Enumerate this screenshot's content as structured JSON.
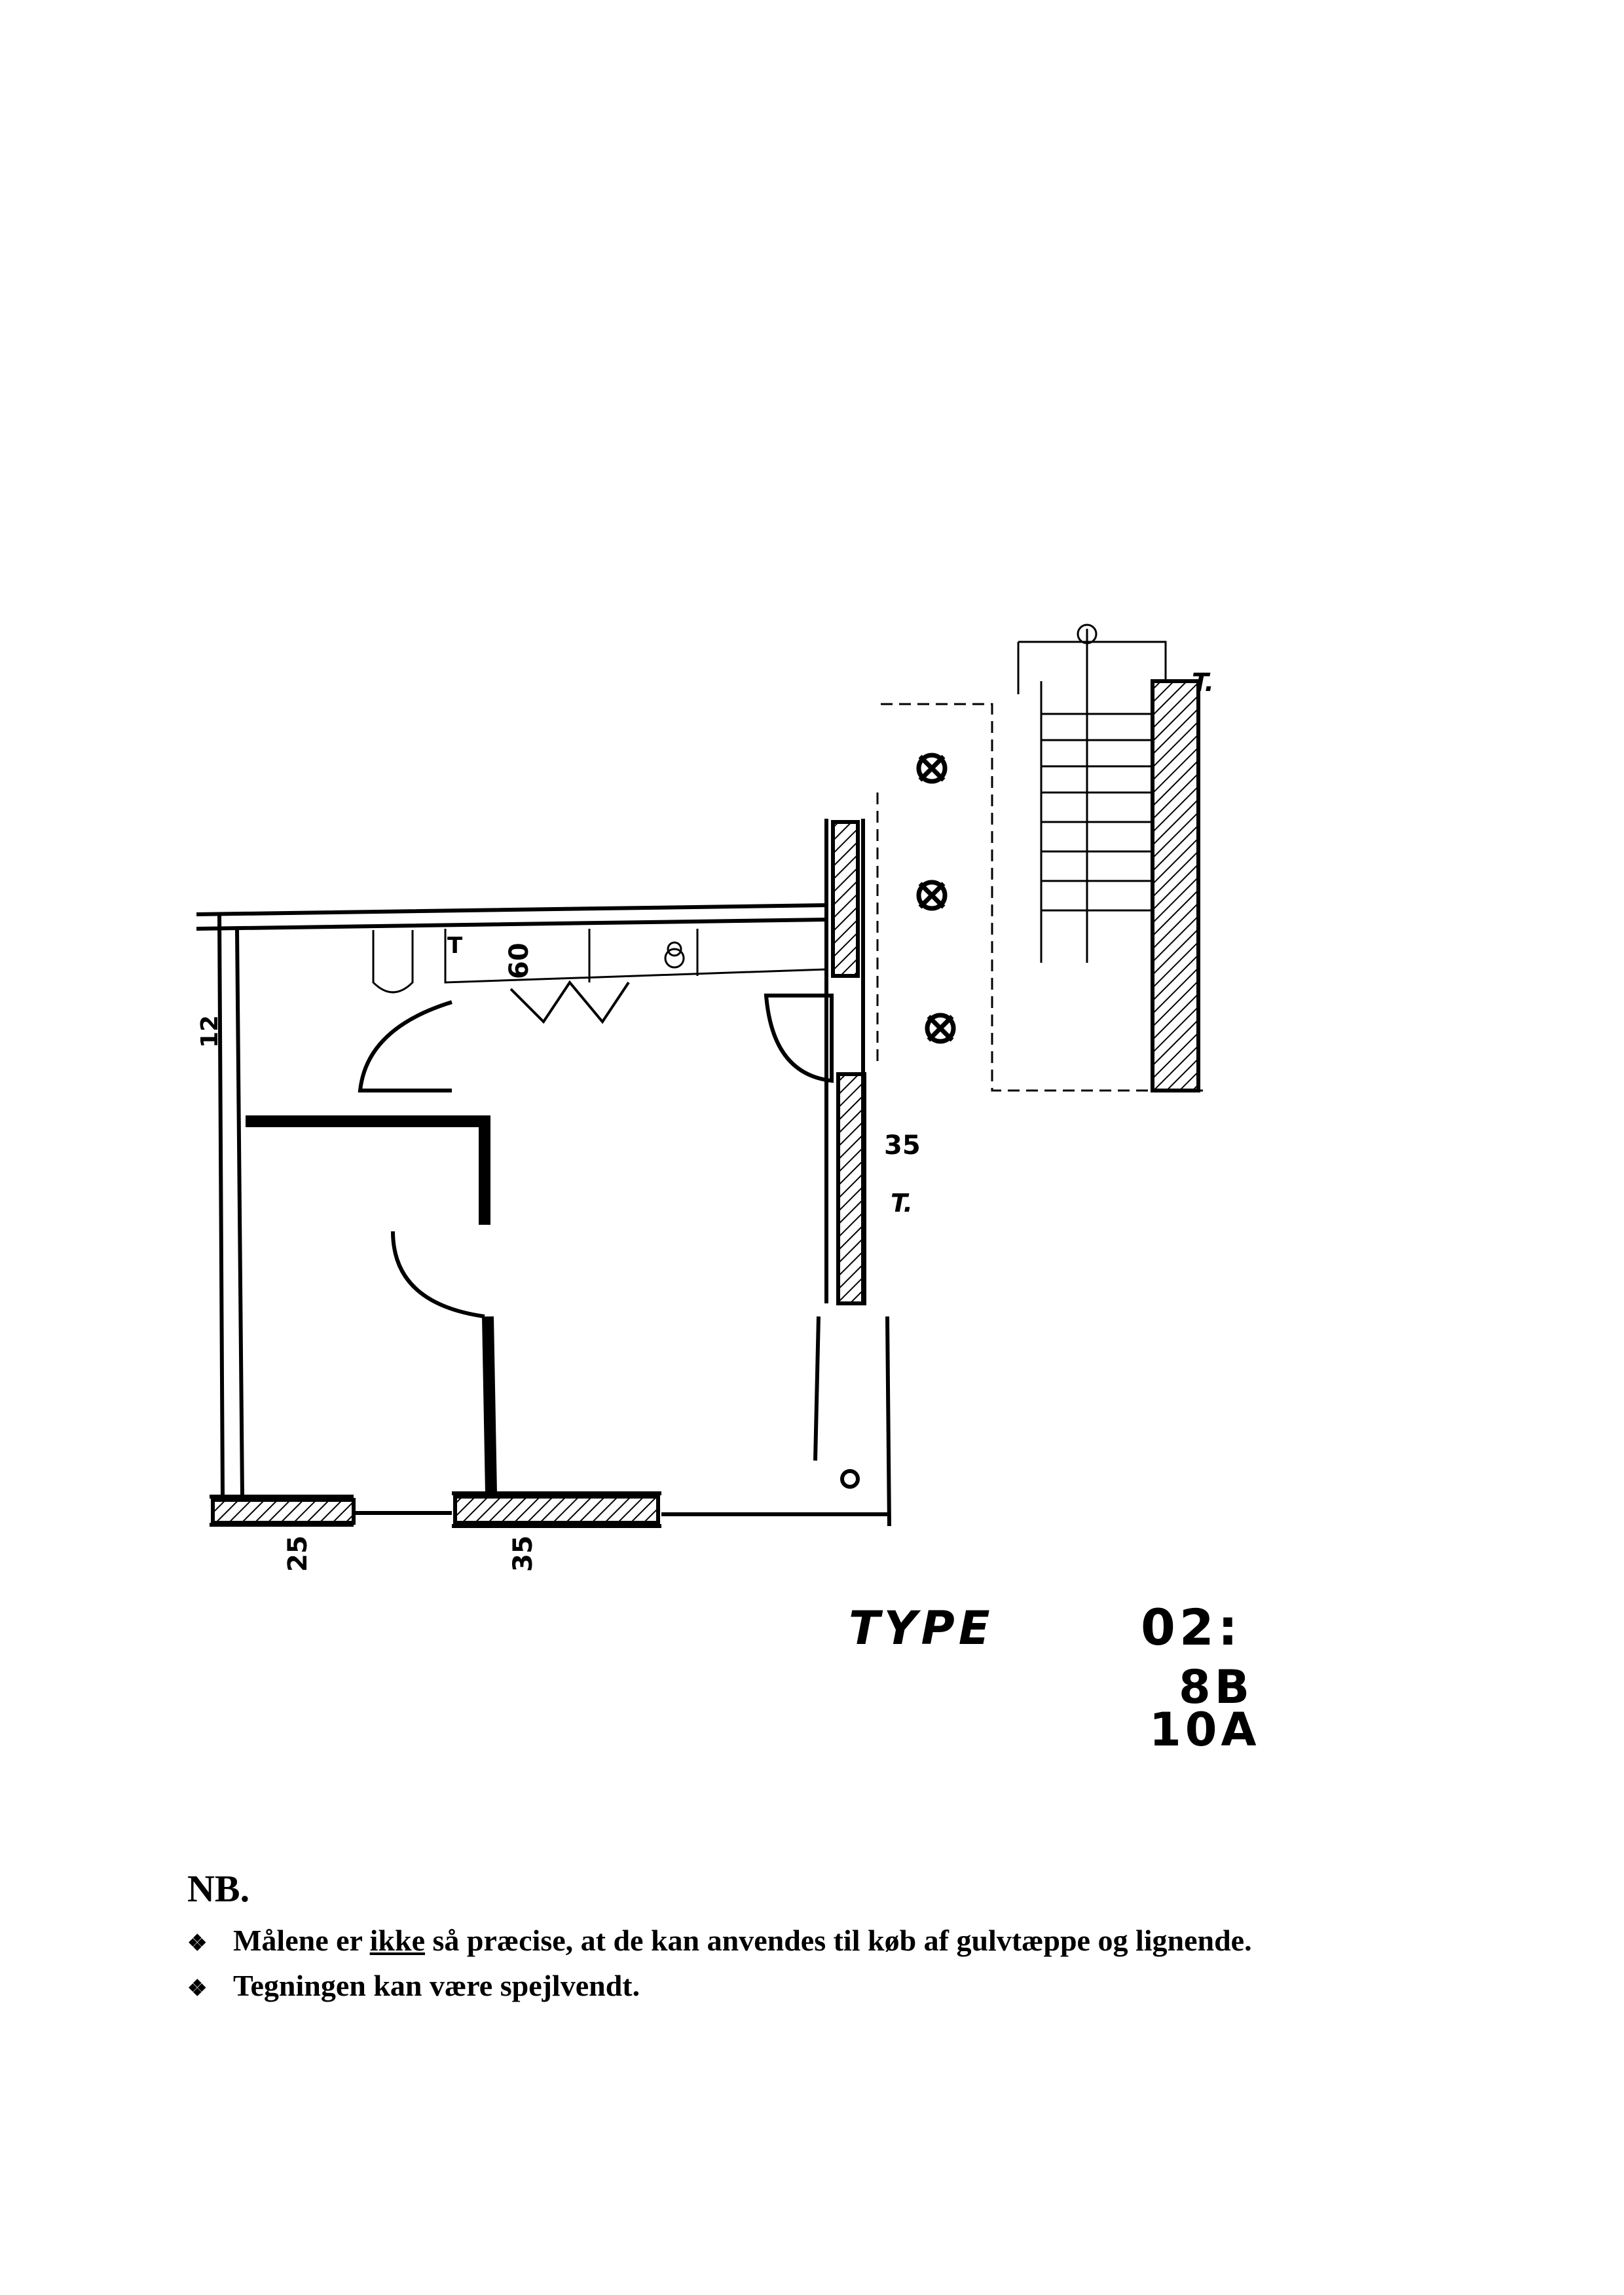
{
  "plan": {
    "dimension_60": "60",
    "dimension_35_right": "35",
    "dimension_25_bottom": "25",
    "dimension_35_bottom": "35",
    "dimension_12_left": "12",
    "toilet_mark": "T",
    "terrace_mark_1": "T.",
    "terrace_mark_2": "T."
  },
  "type_label": {
    "word": "TYPE",
    "code": "02:",
    "unit_1": "8B",
    "unit_2": "10A"
  },
  "notes": {
    "heading": "NB.",
    "bullet": "❖",
    "line1_pre": "Målene er ",
    "line1_underlined": "ikke",
    "line1_post": " så præcise, at de kan anvendes til køb af gulvtæppe og lignende.",
    "line2": "Tegningen kan være spejlvendt."
  }
}
